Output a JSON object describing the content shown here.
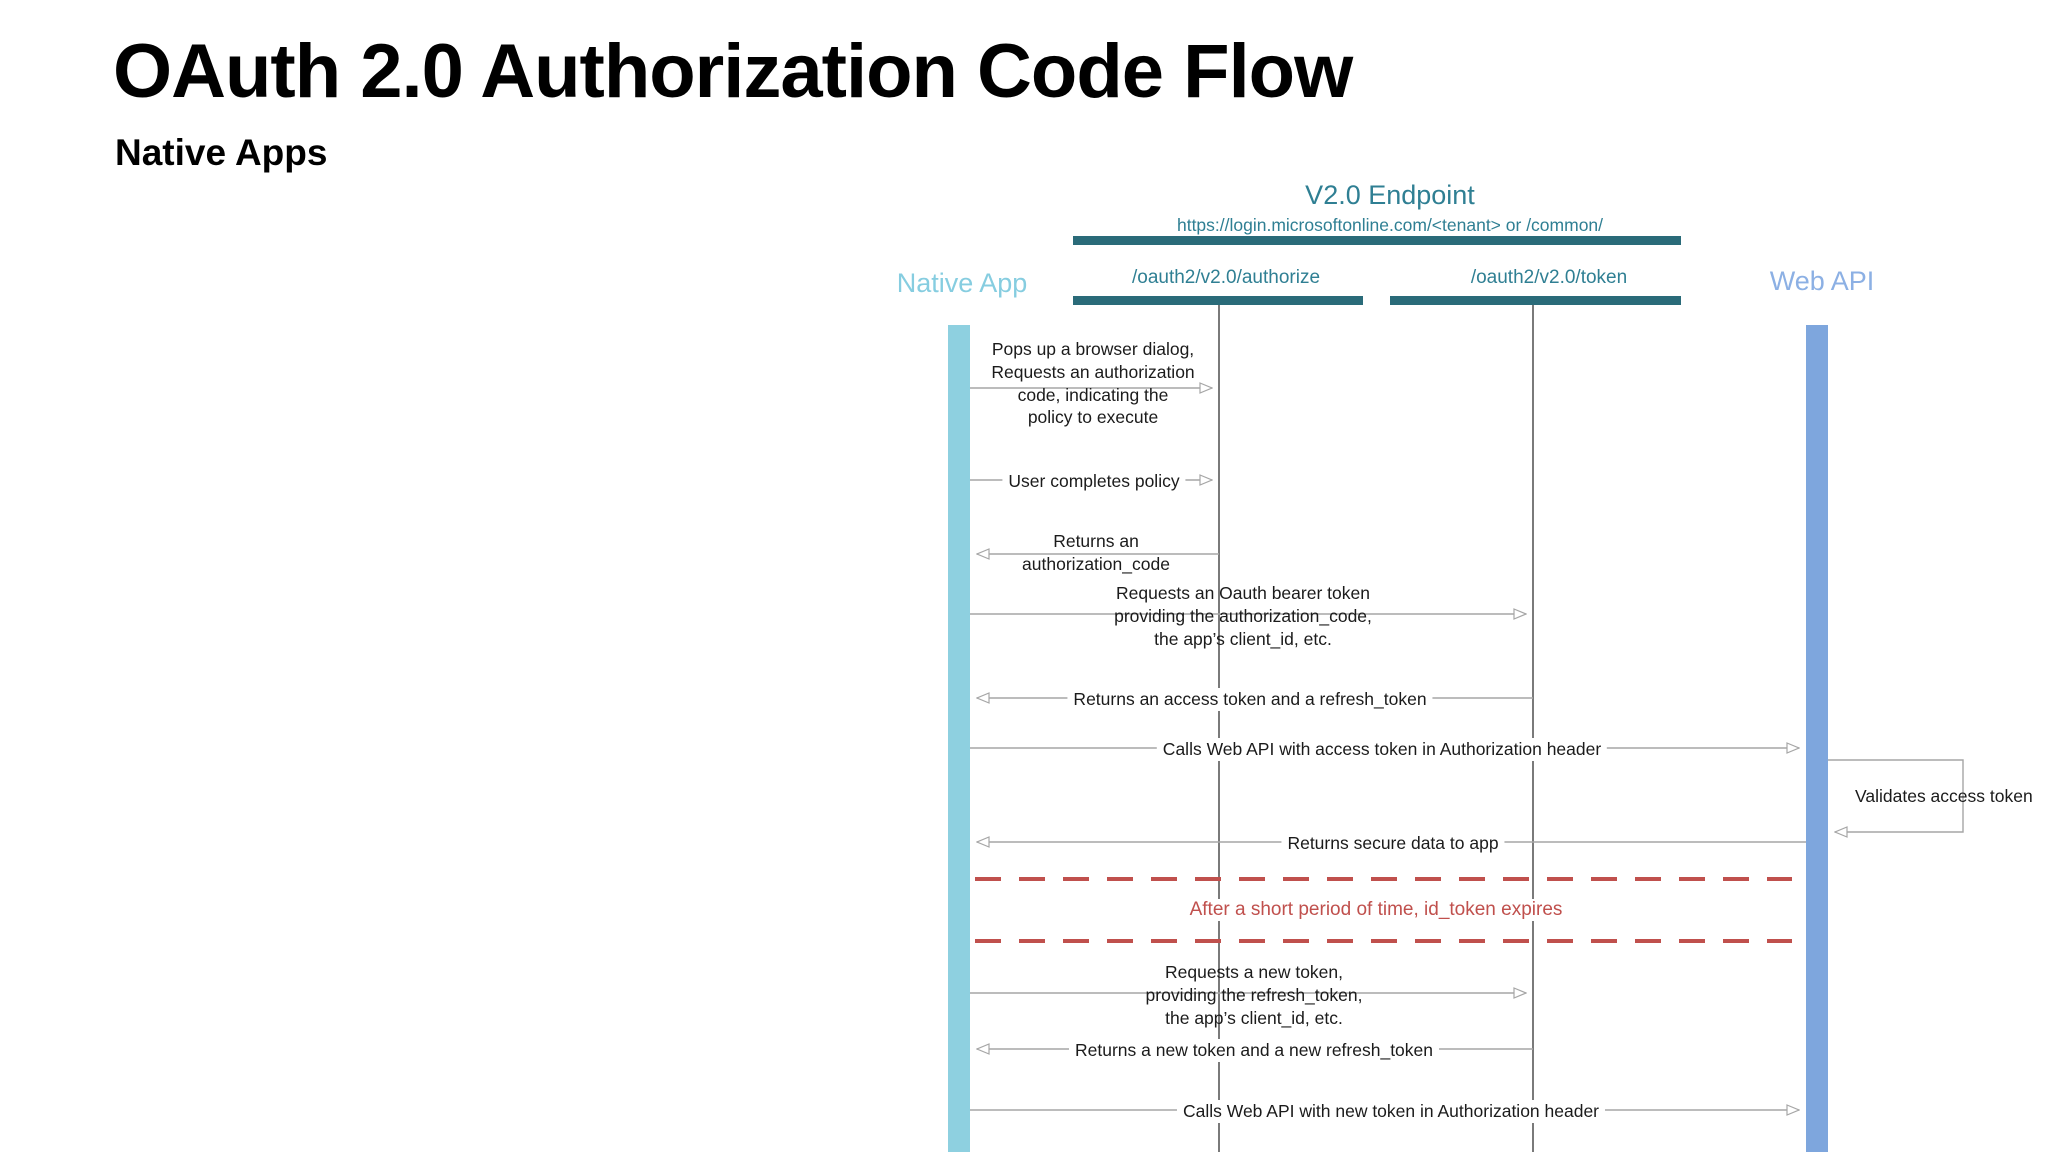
{
  "slide": {
    "title": "OAuth 2.0 Authorization Code Flow",
    "subtitle": "Native Apps"
  },
  "colors": {
    "teal_header": "#2f7f93",
    "teal_bar": "#2a6b79",
    "native_app_bar": "#8ed0e0",
    "native_app_label": "#86cde0",
    "web_api_bar": "#7ea6dd",
    "web_api_label": "#8cb0e4",
    "expire_red": "#c0504d",
    "message_line": "#a6a6a6",
    "lifeline": "#595959",
    "text": "#1b1b1b"
  },
  "diagram": {
    "type": "sequence",
    "endpoint_group": {
      "title": "V2.0 Endpoint",
      "url": "https://login.microsoftonline.com/<tenant> or /common/"
    },
    "actors": [
      {
        "id": "native-app",
        "label": "Native App",
        "kind": "client"
      },
      {
        "id": "authorize-endpoint",
        "label": "/oauth2/v2.0/authorize",
        "kind": "endpoint"
      },
      {
        "id": "token-endpoint",
        "label": "/oauth2/v2.0/token",
        "kind": "endpoint"
      },
      {
        "id": "web-api",
        "label": "Web API",
        "kind": "service"
      }
    ],
    "messages": [
      {
        "index": 1,
        "from": "native-app",
        "to": "authorize-endpoint",
        "direction": "right",
        "lines": [
          "Pops up a browser dialog,",
          "Requests an authorization",
          "code, indicating the",
          "policy to execute"
        ]
      },
      {
        "index": 2,
        "from": "native-app",
        "to": "authorize-endpoint",
        "direction": "right",
        "lines": [
          "User completes policy"
        ]
      },
      {
        "index": 3,
        "from": "authorize-endpoint",
        "to": "native-app",
        "direction": "left",
        "lines": [
          "Returns an",
          "authorization_code"
        ]
      },
      {
        "index": 4,
        "from": "native-app",
        "to": "token-endpoint",
        "direction": "right",
        "lines": [
          "Requests an Oauth bearer token",
          "providing the authorization_code,",
          "the app’s client_id, etc."
        ]
      },
      {
        "index": 5,
        "from": "token-endpoint",
        "to": "native-app",
        "direction": "left",
        "lines": [
          "Returns an access token and a refresh_token"
        ]
      },
      {
        "index": 6,
        "from": "native-app",
        "to": "web-api",
        "direction": "right",
        "lines": [
          "Calls Web API with access token in Authorization header"
        ]
      },
      {
        "index": 7,
        "from": "web-api",
        "to": "web-api",
        "direction": "self",
        "lines": [
          "Validates access token"
        ]
      },
      {
        "index": 8,
        "from": "web-api",
        "to": "native-app",
        "direction": "left",
        "lines": [
          "Returns secure data to app"
        ]
      },
      {
        "index": 9,
        "from": "native-app",
        "to": "token-endpoint",
        "direction": "right",
        "lines": [
          "Requests a new token,",
          "providing the refresh_token,",
          "the app’s client_id, etc."
        ]
      },
      {
        "index": 10,
        "from": "token-endpoint",
        "to": "native-app",
        "direction": "left",
        "lines": [
          "Returns a new token and a new refresh_token"
        ]
      },
      {
        "index": 11,
        "from": "native-app",
        "to": "web-api",
        "direction": "right",
        "lines": [
          "Calls Web API with new token in Authorization header"
        ]
      }
    ],
    "separator_note": {
      "text": "After a short period of time, id_token expires",
      "style": "dashed",
      "color": "#c0504d"
    }
  }
}
